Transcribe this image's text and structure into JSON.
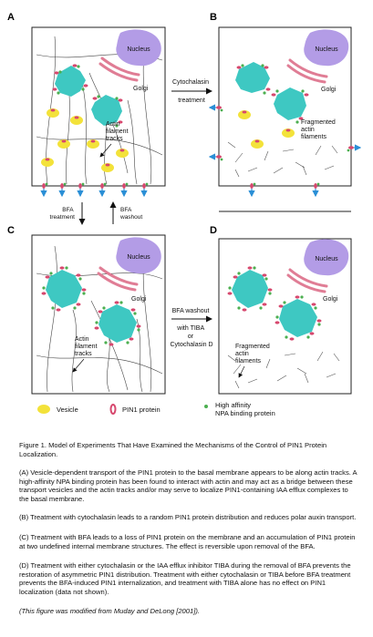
{
  "panels": {
    "a": "A",
    "b": "B",
    "c": "C",
    "d": "D"
  },
  "labels": {
    "nucleus": "Nucleus",
    "golgi": "Golgi",
    "actin_tracks": [
      "Actin",
      "filament",
      "tracks"
    ],
    "fragmented": [
      "Fragmented",
      "actin",
      "filaments"
    ]
  },
  "arrows": {
    "cytochalasin": [
      "Cytochalasin",
      "treatment"
    ],
    "bfa_treatment": [
      "BFA",
      "treatment"
    ],
    "bfa_washout": [
      "BFA",
      "washout"
    ],
    "washout_tiba": [
      "BFA washout",
      "with TIBA",
      "or",
      "Cytochalasin D"
    ]
  },
  "legend": {
    "vesicle": "Vesicle",
    "pin1": "PIN1 protein",
    "npa": [
      "High affinity",
      "NPA binding protein"
    ]
  },
  "colors": {
    "nucleus": "#b39ce6",
    "golgi": "#e07d95",
    "membrane_cluster": "#3ec8c2",
    "vesicle": "#f3e23a",
    "pin1": "#d7486e",
    "npa": "#4caf50",
    "efflux_arrow": "#2a8fd6"
  },
  "caption": {
    "title": "Figure 1. Model of Experiments That Have Examined the Mechanisms of the Control of PIN1 Protein Localization.",
    "a": "(A) Vesicle-dependent transport of the PIN1 protein to the basal membrane appears to be along actin tracks. A high-affinity NPA binding protein has been found to interact with actin and may act as a bridge between these transport vesicles and the actin tracks and/or may serve to localize PIN1-containing IAA efflux complexes to the basal membrane.",
    "b": "(B) Treatment with cytochalasin leads to a random PIN1 protein distribution and reduces polar auxin transport.",
    "c": "(C) Treatment with BFA leads to a loss of PIN1 protein on the membrane and an accumulation of PIN1 protein at two undefined internal membrane structures. The effect is reversible upon removal of the BFA.",
    "d": "(D) Treatment with either cytochalasin or the IAA efflux inhibitor TIBA during the removal of BFA prevents the restoration of asymmetric PIN1 distribution. Treatment with either cytochalasin or TIBA before BFA treatment prevents the BFA-induced PIN1 internalization, and treatment with TIBA alone has no effect on PIN1 localization (data not shown).",
    "credit": "(This figure was modified from Muday and DeLong [2001])."
  }
}
